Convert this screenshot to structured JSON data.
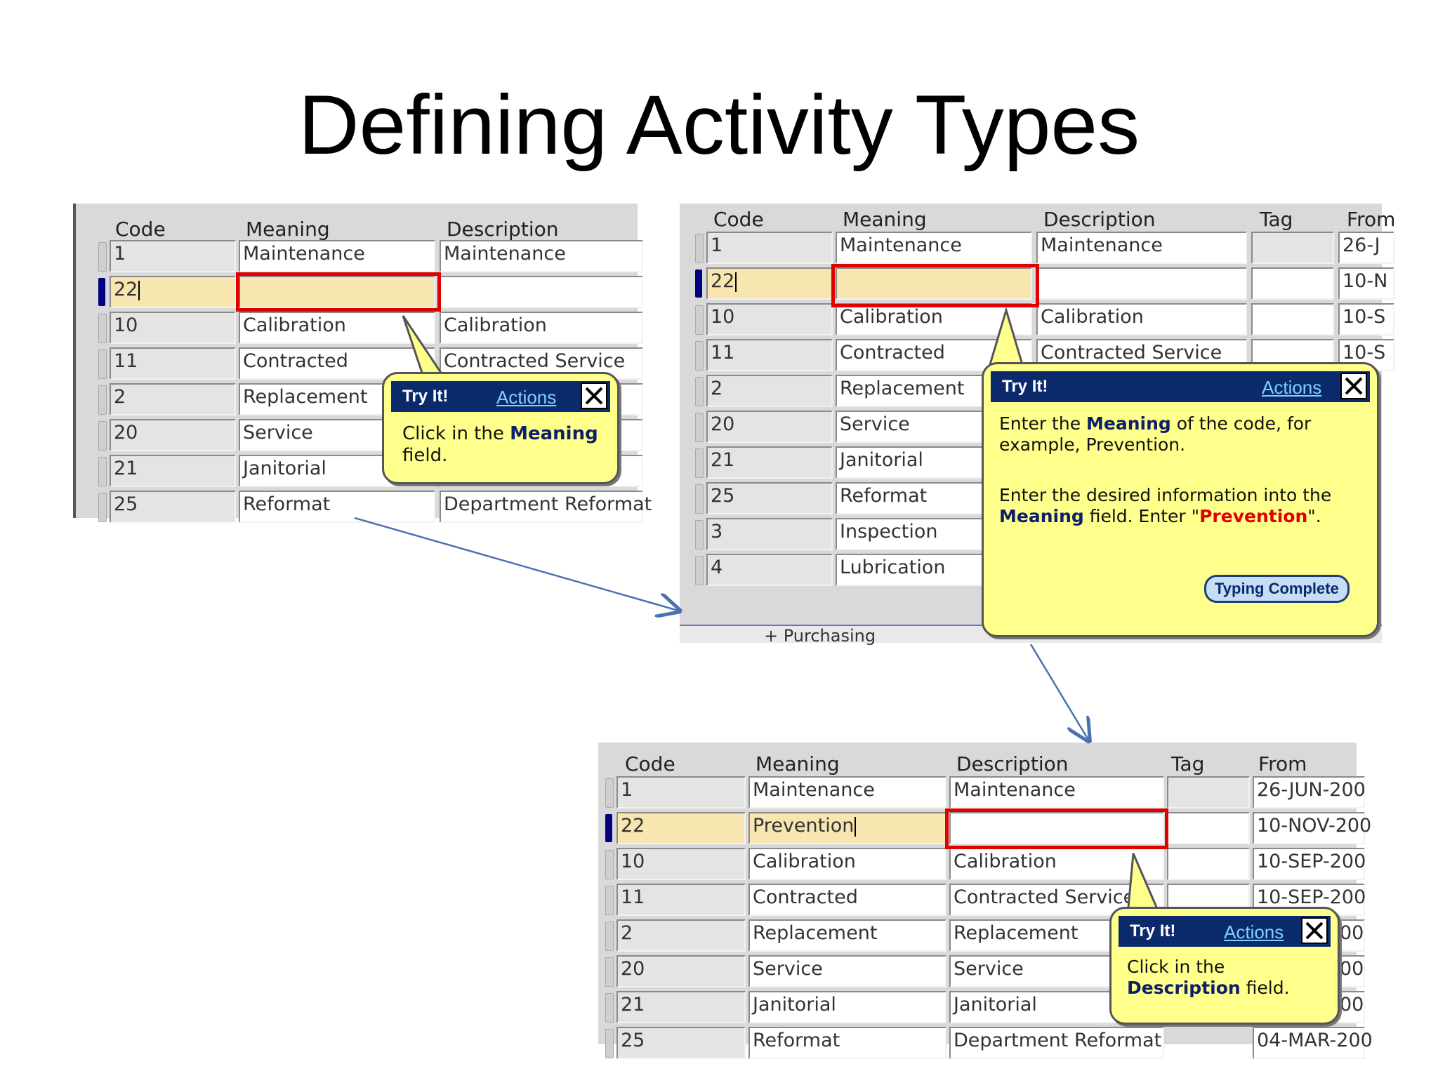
{
  "slide_title": "Defining Activity Types",
  "panel1": {
    "headers": {
      "code": "Code",
      "meaning": "Meaning",
      "description": "Description"
    },
    "rows": [
      {
        "code": "1",
        "meaning": "Maintenance",
        "description": "Maintenance"
      },
      {
        "code": "22",
        "meaning": "",
        "description": ""
      },
      {
        "code": "10",
        "meaning": "Calibration",
        "description": "Calibration"
      },
      {
        "code": "11",
        "meaning": "Contracted",
        "description": "Contracted Service"
      },
      {
        "code": "2",
        "meaning": "Replacement",
        "description": ""
      },
      {
        "code": "20",
        "meaning": "Service",
        "description": ""
      },
      {
        "code": "21",
        "meaning": "Janitorial",
        "description": ""
      },
      {
        "code": "25",
        "meaning": "Reformat",
        "description": "Department Reformat"
      }
    ],
    "bubble": {
      "title": "Try It!",
      "actions": "Actions",
      "text_pre": "Click in the ",
      "text_bold": "Meaning",
      "text_post": "field."
    }
  },
  "panel2": {
    "headers": {
      "code": "Code",
      "meaning": "Meaning",
      "description": "Description",
      "tag": "Tag",
      "from": "From"
    },
    "rows": [
      {
        "code": "1",
        "meaning": "Maintenance",
        "description": "Maintenance",
        "from": "26-J"
      },
      {
        "code": "22",
        "meaning": "",
        "description": "",
        "from": "10-N"
      },
      {
        "code": "10",
        "meaning": "Calibration",
        "description": "Calibration",
        "from": "10-S"
      },
      {
        "code": "11",
        "meaning": "Contracted",
        "description": "Contracted Service",
        "from": "10-S"
      },
      {
        "code": "2",
        "meaning": "Replacement"
      },
      {
        "code": "20",
        "meaning": "Service"
      },
      {
        "code": "21",
        "meaning": "Janitorial"
      },
      {
        "code": "25",
        "meaning": "Reformat"
      },
      {
        "code": "3",
        "meaning": "Inspection"
      },
      {
        "code": "4",
        "meaning": "Lubrication"
      }
    ],
    "footer_text": "+ Purchasing",
    "bubble": {
      "title": "Try It!",
      "actions": "Actions",
      "p1_pre": "Enter the ",
      "p1_bold": "Meaning",
      "p1_post": " of the code, for example, Prevention.",
      "p2_pre": "Enter the desired information into the ",
      "p2_bold": "Meaning",
      "p2_mid": " field. Enter \"",
      "p2_red": "Prevention",
      "p2_post": "\".",
      "button": "Typing Complete"
    }
  },
  "panel3": {
    "headers": {
      "code": "Code",
      "meaning": "Meaning",
      "description": "Description",
      "tag": "Tag",
      "from": "From"
    },
    "rows": [
      {
        "code": "1",
        "meaning": "Maintenance",
        "description": "Maintenance",
        "from": "26-JUN-200"
      },
      {
        "code": "22",
        "meaning": "Prevention",
        "description": "",
        "from": "10-NOV-200"
      },
      {
        "code": "10",
        "meaning": "Calibration",
        "description": "Calibration",
        "from": "10-SEP-200"
      },
      {
        "code": "11",
        "meaning": "Contracted",
        "description": "Contracted Service",
        "from": "10-SEP-200"
      },
      {
        "code": "2",
        "meaning": "Replacement",
        "description": "Replacement",
        "from": "00"
      },
      {
        "code": "20",
        "meaning": "Service",
        "description": "Service",
        "from": "00"
      },
      {
        "code": "21",
        "meaning": "Janitorial",
        "description": "Janitorial",
        "from": "00"
      },
      {
        "code": "25",
        "meaning": "Reformat",
        "description": "Department Reformat",
        "from": "04-MAR-200"
      }
    ],
    "bubble": {
      "title": "Try It!",
      "actions": "Actions",
      "text_pre": "Click in the ",
      "text_bold": "Description",
      "text_post": " field."
    }
  },
  "colors": {
    "highlight": "#e00000",
    "bubble": "#ffff8c",
    "bubble_header": "#0b2a6b",
    "current_row": "#f7e6b0",
    "arrow": "#4a72b0"
  }
}
